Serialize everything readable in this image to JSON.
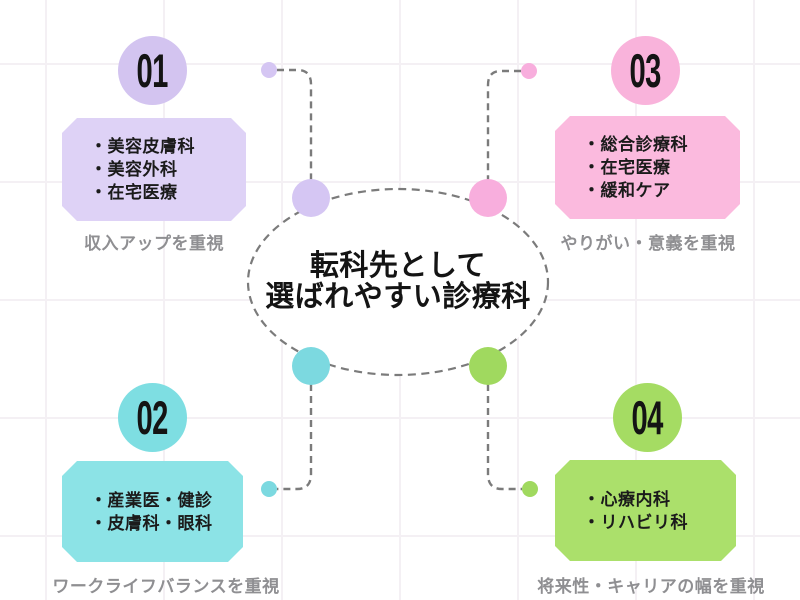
{
  "title": {
    "line1": "転科先として",
    "line2": "選ばれやすい診療科"
  },
  "connector": {
    "color": "#7b7b7b"
  },
  "sections": [
    {
      "number": "01",
      "items": [
        "・美容皮膚科",
        "・美容外科",
        "・在宅医療"
      ],
      "caption": "収入アップを重視",
      "circle_color": "#d3c4f0",
      "box_color": "#ded2f6",
      "accent": "#d5c6f3"
    },
    {
      "number": "02",
      "items": [
        "・産業医・健診",
        "・皮膚科・眼科"
      ],
      "caption": "ワークライフバランスを重視",
      "circle_color": "#7edee2",
      "box_color": "#8ce3e6",
      "accent": "#7cd9e0"
    },
    {
      "number": "03",
      "items": [
        "・総合診療科",
        "・在宅医療",
        "・緩和ケア"
      ],
      "caption": "やりがい・意義を重視",
      "circle_color": "#f9b3db",
      "box_color": "#fbbade",
      "accent": "#f8aedd"
    },
    {
      "number": "04",
      "items": [
        "・心療内科",
        "・リハビリ科"
      ],
      "caption": "将来性・キャリアの幅を重視",
      "circle_color": "#a5dc63",
      "box_color": "#abe06b",
      "accent": "#a0d95f"
    }
  ]
}
